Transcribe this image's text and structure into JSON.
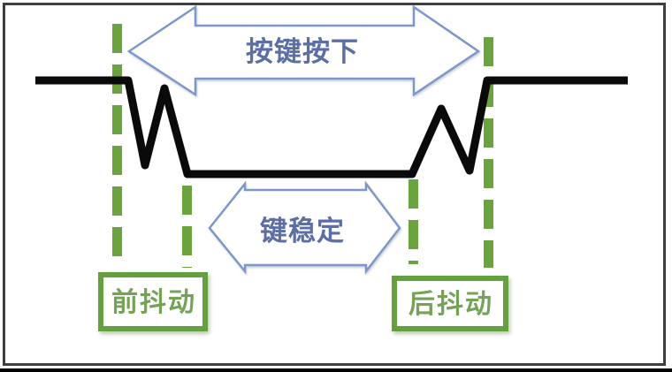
{
  "diagram": {
    "arrows": {
      "press": {
        "label": "按键按下"
      },
      "stable": {
        "label": "键稳定"
      }
    },
    "boxes": {
      "front_jitter": {
        "label": "前抖动"
      },
      "rear_jitter": {
        "label": "后抖动"
      }
    },
    "colors": {
      "waveform": "#0a0a0a",
      "dashed_guide_green": "#6ba43e",
      "box_border_green": "#62a13d",
      "box_text_green": "#74a356",
      "arrow_outline_blue": "#7c97cc",
      "arrow_text_blue": "#5c6ea6",
      "frame_border_gray": "#3e3e3e",
      "bottom_bar_black": "#000000",
      "background": "#ffffff"
    }
  }
}
